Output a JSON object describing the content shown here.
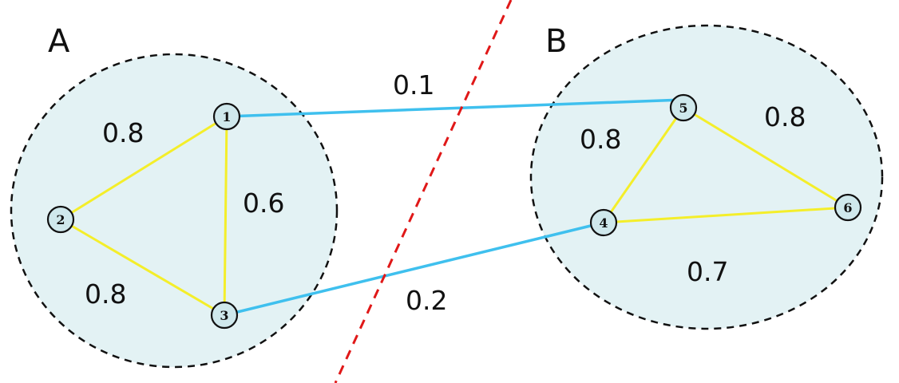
{
  "clusters": [
    {
      "id": "A",
      "label": "A"
    },
    {
      "id": "B",
      "label": "B"
    }
  ],
  "nodes": [
    {
      "id": "n1",
      "label": "1"
    },
    {
      "id": "n2",
      "label": "2"
    },
    {
      "id": "n3",
      "label": "3"
    },
    {
      "id": "n4",
      "label": "4"
    },
    {
      "id": "n5",
      "label": "5"
    },
    {
      "id": "n6",
      "label": "6"
    }
  ],
  "edges": [
    {
      "id": "e12",
      "from": "1",
      "to": "2",
      "weight": "0.8",
      "kind": "intra"
    },
    {
      "id": "e13",
      "from": "1",
      "to": "3",
      "weight": "0.6",
      "kind": "intra"
    },
    {
      "id": "e23",
      "from": "2",
      "to": "3",
      "weight": "0.8",
      "kind": "intra"
    },
    {
      "id": "e45",
      "from": "4",
      "to": "5",
      "weight": "0.8",
      "kind": "intra"
    },
    {
      "id": "e56",
      "from": "5",
      "to": "6",
      "weight": "0.8",
      "kind": "intra"
    },
    {
      "id": "e46",
      "from": "4",
      "to": "6",
      "weight": "0.7",
      "kind": "intra"
    },
    {
      "id": "e15",
      "from": "1",
      "to": "5",
      "weight": "0.1",
      "kind": "inter"
    },
    {
      "id": "e34",
      "from": "3",
      "to": "4",
      "weight": "0.2",
      "kind": "inter"
    }
  ],
  "colors": {
    "cluster_fill": "#e3f2f4",
    "cluster_stroke": "#111111",
    "intra_edge": "#f4ee2a",
    "inter_edge": "#3fc0ee",
    "cut_line": "#e01818",
    "node_fill": "#cfe8ec",
    "node_stroke": "#111111"
  }
}
